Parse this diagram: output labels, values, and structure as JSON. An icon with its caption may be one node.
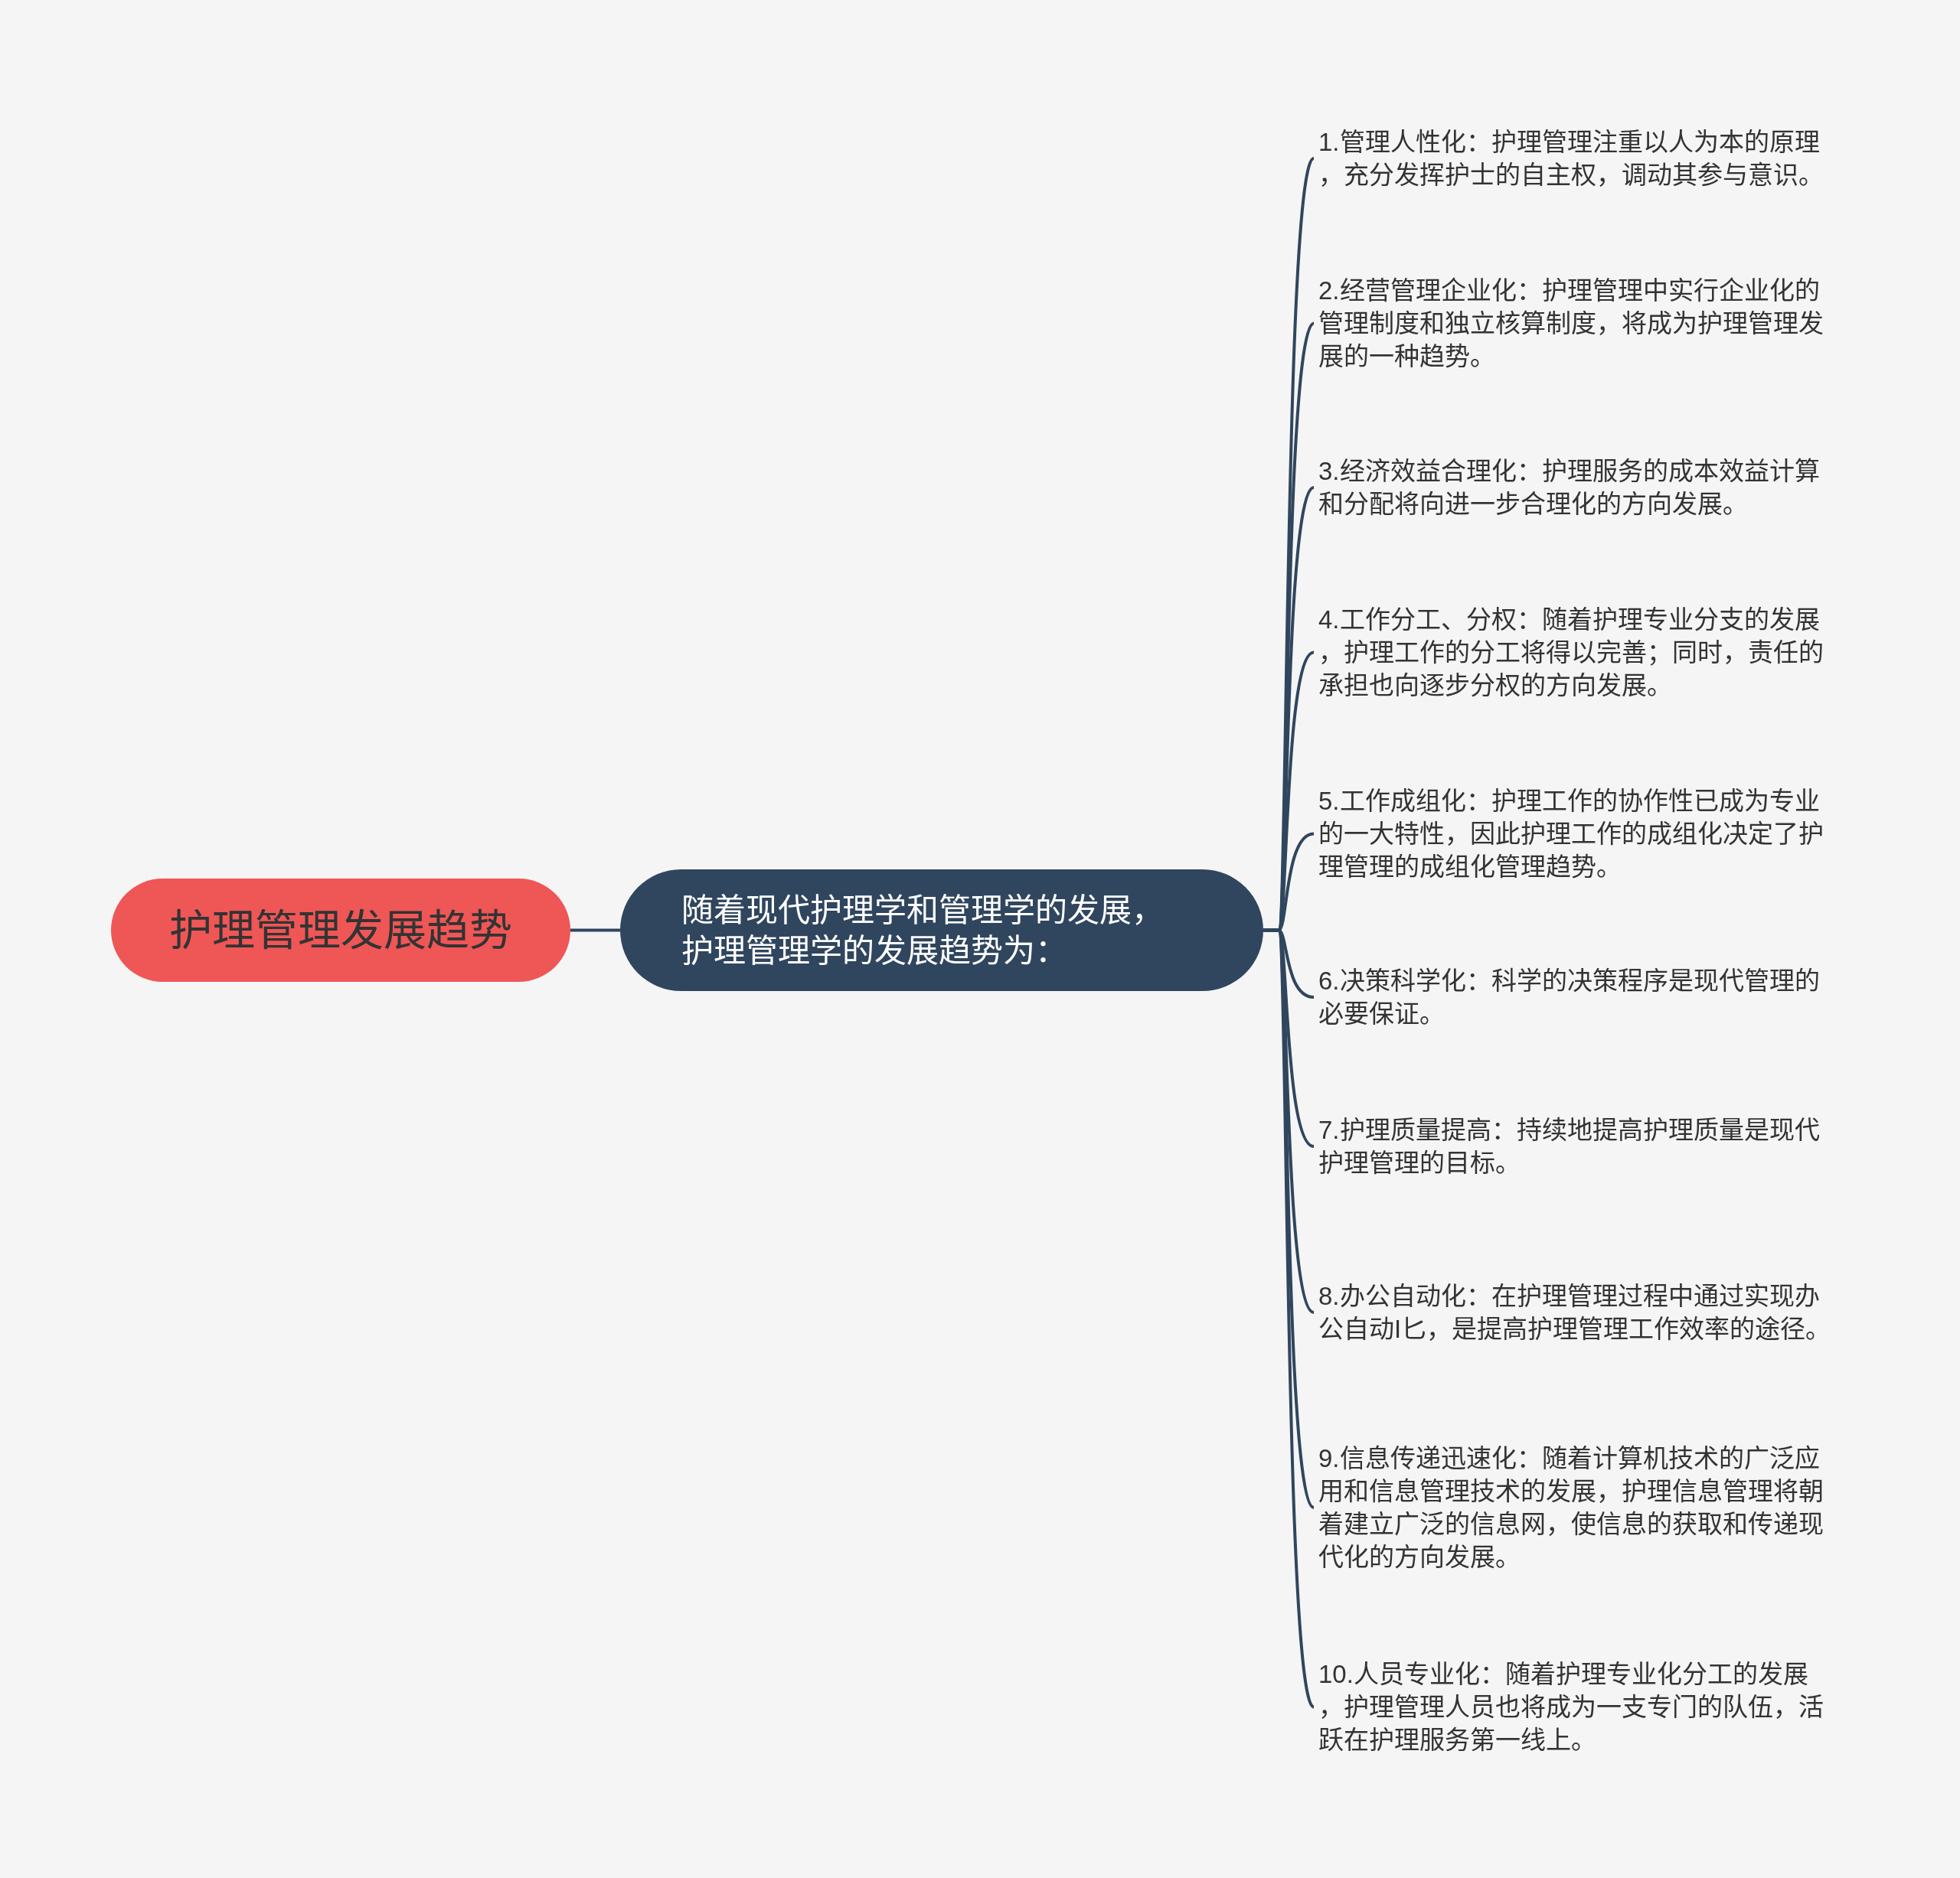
{
  "diagram": {
    "nodes": [
      {
        "text": [
          "护理管理发展趋势"
        ]
      },
      {
        "text": [
          "随着现代护理学和管理学的发展，护理管理学的发展趋势为："
        ]
      },
      {
        "text": [
          "1.管理人性化：护理管理注重以人为本的原理，充分发挥护士的自主权，调动其参与意识。"
        ]
      },
      {
        "text": [
          "2.经营管理企业化：护理管理中实行企业化的管理制度和独立核算制度，将成为护理管理发展的一种趋势。"
        ]
      },
      {
        "text": [
          "3.经济效益合理化：护理服务的成本效益计算和分配将向进一步合理化的方向发展。"
        ]
      },
      {
        "text": [
          "4.工作分工、分权：随着护理专业分支的发展，护理工作的分工将得以完善；同时，责任的承担也向逐步分权的方向发展。"
        ]
      },
      {
        "text": [
          "5.工作成组化：护理工作的协作性已成为专业的一大特性，因此护理工作的成组化决定了护理管理的成组化管理趋势。"
        ]
      },
      {
        "text": [
          "6.决策科学化：科学的决策程序是现代管理的必要保证。"
        ]
      },
      {
        "text": [
          "7.护理质量提高：持续地提高护理质量是现代护理管理的目标。"
        ]
      },
      {
        "text": [
          "8.办公自动化：在护理管理过程中通过实现办公自动I匕，是提高护理管理工作效率的途径。"
        ]
      },
      {
        "text": [
          "9.信息传递迅速化：随着计算机技术的广泛应用和信息管理技术的发展，护理信息管理将朝着建立广泛的信息网，使信息的获取和传递现代化的方向发展。"
        ]
      },
      {
        "text": [
          "10.人员专业化：随着护理专业化分工的发展，护理管理人员也将成为一支专门的队伍，活跃在护理服务第一线上。"
        ]
      }
    ],
    "edges": [
      {
        "from": 0,
        "to": 1,
        "arrow": "none"
      },
      {
        "from": 1,
        "to": 2,
        "arrow": "none"
      },
      {
        "from": 1,
        "to": 3,
        "arrow": "none"
      },
      {
        "from": 1,
        "to": 4,
        "arrow": "none"
      },
      {
        "from": 1,
        "to": 5,
        "arrow": "none"
      },
      {
        "from": 1,
        "to": 6,
        "arrow": "none"
      },
      {
        "from": 1,
        "to": 7,
        "arrow": "none"
      },
      {
        "from": 1,
        "to": 8,
        "arrow": "none"
      },
      {
        "from": 1,
        "to": 9,
        "arrow": "none"
      },
      {
        "from": 1,
        "to": 10,
        "arrow": "none"
      },
      {
        "from": 1,
        "to": 11,
        "arrow": "none"
      }
    ]
  }
}
